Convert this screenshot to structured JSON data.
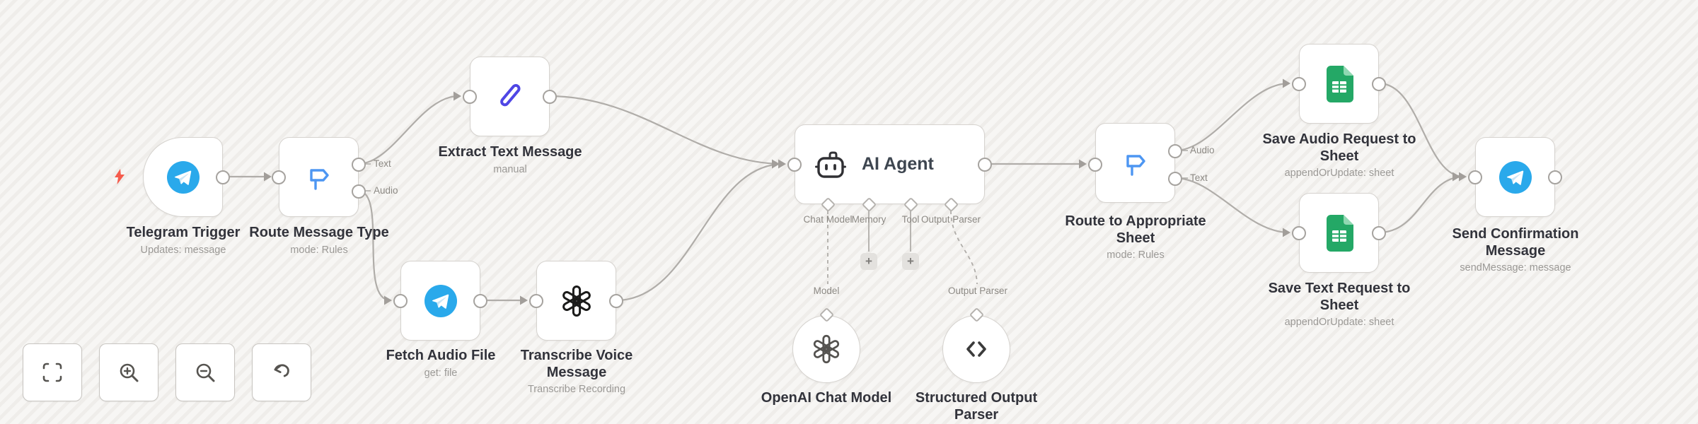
{
  "colors": {
    "canvas_bg": "#F7F6F4",
    "stripe": "#EFEDEA",
    "edge": "#B0ADA9",
    "arrow": "#A29E9A",
    "node_border": "#D6D3CF",
    "port_border": "#A6A39F",
    "title": "#32333B",
    "sub": "#9B9996",
    "port_label": "#8C8984",
    "telegram": "#2AA9EB",
    "sheets": "#24A866",
    "sheets_fold": "#90D8B2",
    "router": "#4D96F2",
    "pen": "#4F46E5",
    "bolt": "#F55B4C",
    "openai_dark": "#1B1B1A",
    "openai_gray": "#555350",
    "code": "#3B3B3B",
    "robot": "#303034",
    "ai_text": "#3E4650",
    "toolbar_icon": "#565450",
    "plus_bg": "#E3E1DE"
  },
  "nodes": {
    "telegram_trigger": {
      "label": "Telegram Trigger",
      "sublabel": "Updates: message",
      "icon": "telegram-icon"
    },
    "route_message_type": {
      "label": "Route Message Type",
      "sublabel": "mode: Rules",
      "icon": "signpost-icon",
      "outputs": [
        "Text",
        "Audio"
      ]
    },
    "extract_text": {
      "label": "Extract Text Message",
      "sublabel": "manual",
      "icon": "pen-icon"
    },
    "fetch_audio": {
      "label": "Fetch Audio File",
      "sublabel": "get: file",
      "icon": "telegram-icon"
    },
    "transcribe": {
      "label": "Transcribe Voice Message",
      "sublabel": "Transcribe Recording",
      "icon": "openai-icon"
    },
    "ai_agent": {
      "label": "AI Agent",
      "icon": "robot-icon",
      "connectors": [
        "Chat Model",
        "Memory",
        "Tool",
        "Output Parser"
      ],
      "add_button": "+"
    },
    "openai_chat_model": {
      "label": "OpenAI Chat Model",
      "port_label": "Model",
      "icon": "openai-icon"
    },
    "structured_output_parser": {
      "label": "Structured Output Parser",
      "port_label": "Output Parser",
      "icon": "code-icon"
    },
    "route_to_sheet": {
      "label": "Route to Appropriate Sheet",
      "sublabel": "mode: Rules",
      "icon": "signpost-icon",
      "outputs": [
        "Audio",
        "Text"
      ]
    },
    "save_audio": {
      "label": "Save Audio Request to Sheet",
      "sublabel": "appendOrUpdate: sheet",
      "icon": "sheets-icon"
    },
    "save_text": {
      "label": "Save Text Request to Sheet",
      "sublabel": "appendOrUpdate: sheet",
      "icon": "sheets-icon"
    },
    "send_confirmation": {
      "label": "Send Confirmation Message",
      "sublabel": "sendMessage: message",
      "icon": "telegram-icon"
    }
  },
  "toolbar": {
    "buttons": [
      {
        "icon": "fit-view-icon"
      },
      {
        "icon": "zoom-in-icon"
      },
      {
        "icon": "zoom-out-icon"
      },
      {
        "icon": "undo-icon"
      }
    ]
  }
}
